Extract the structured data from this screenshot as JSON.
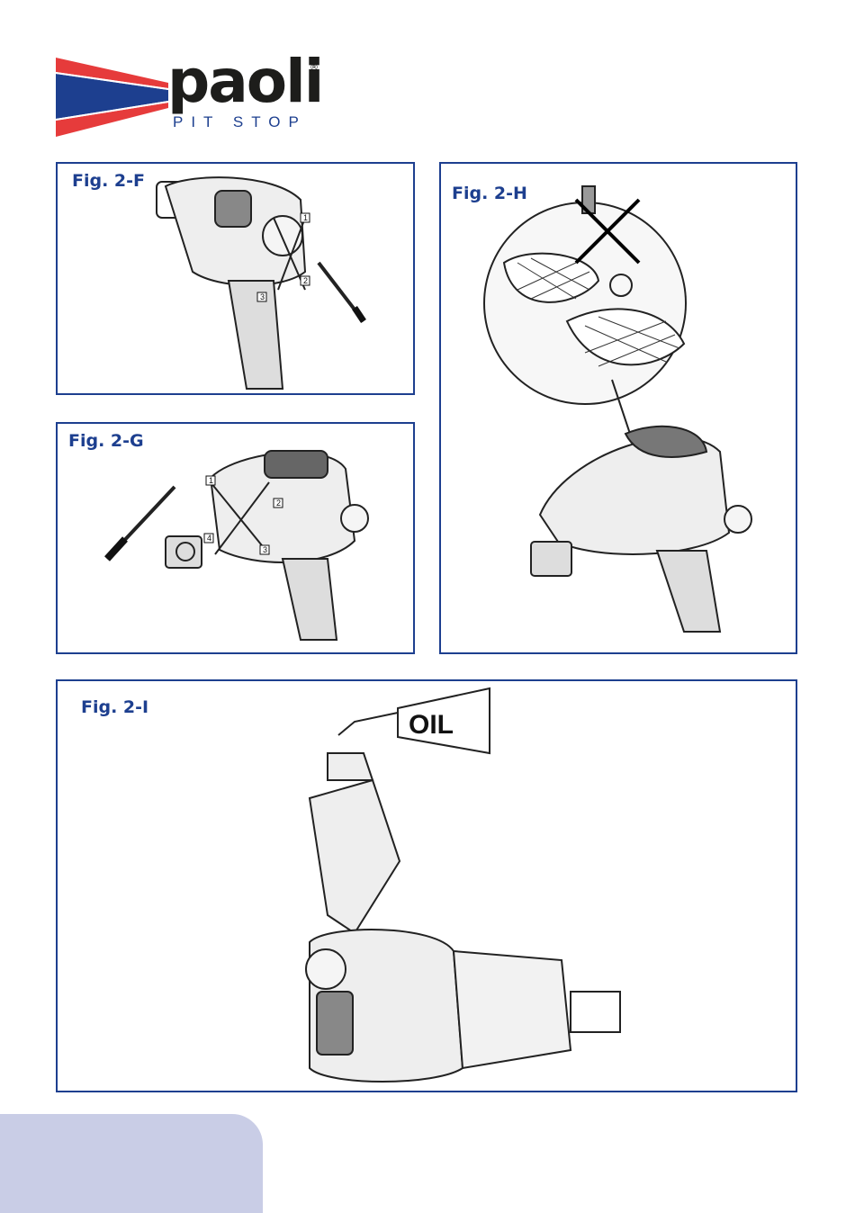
{
  "brand": {
    "name": "paoli",
    "registered": "®",
    "tagline": "PIT STOP",
    "colors": {
      "blue": "#1d3f8f",
      "red": "#e63b3b",
      "dark": "#1d1d1b"
    }
  },
  "figures": [
    {
      "label": "Fig. 2-F",
      "callouts": [
        "1",
        "2",
        "3"
      ]
    },
    {
      "label": "Fig. 2-G",
      "callouts": [
        "1",
        "2",
        "3",
        "4"
      ]
    },
    {
      "label": "Fig. 2-H"
    },
    {
      "label": "Fig. 2-I",
      "oil_label": "OIL"
    }
  ],
  "frame_color": "#1d3f8f",
  "page_corner_color": "#c9cde6"
}
